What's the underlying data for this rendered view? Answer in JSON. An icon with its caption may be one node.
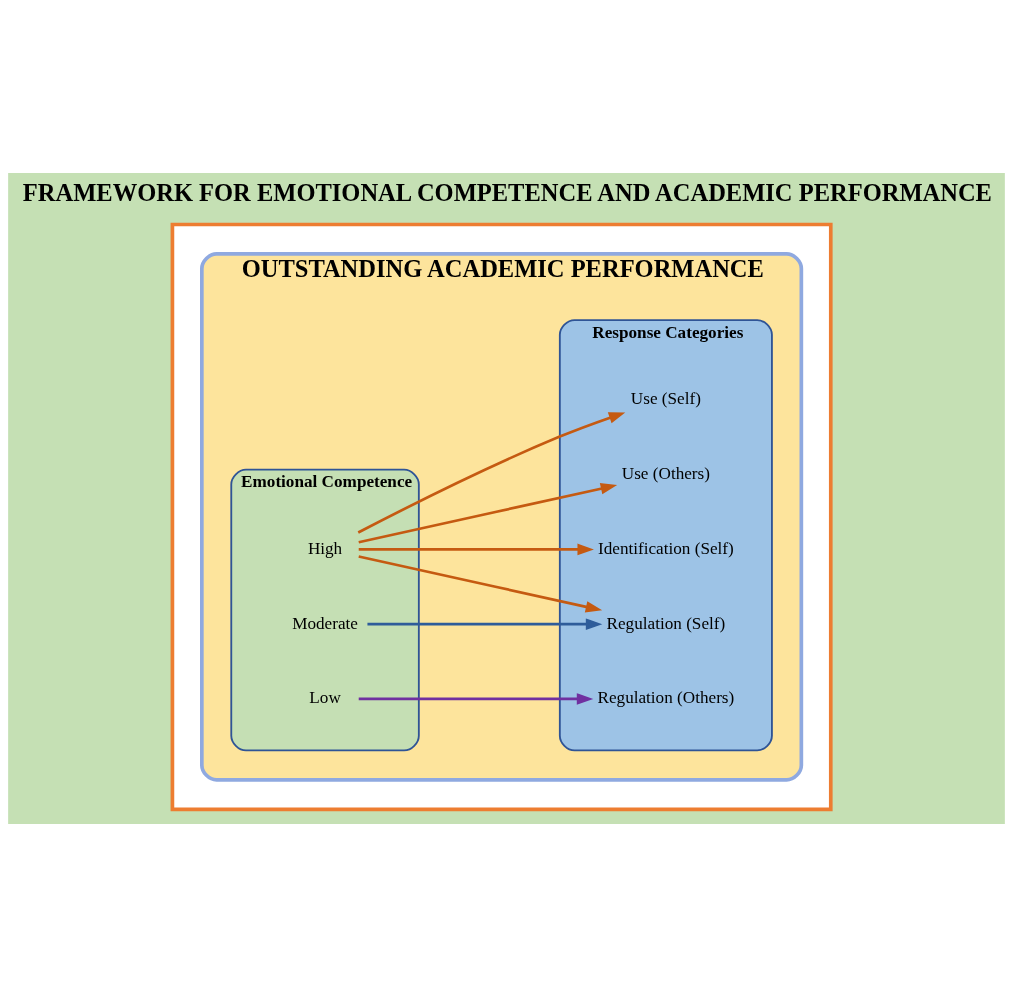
{
  "diagram": {
    "title": "FRAMEWORK FOR EMOTIONAL COMPETENCE AND ACADEMIC PERFORMANCE",
    "nodes": [
      {
        "text": [],
        "shape": "box"
      },
      {
        "text": [
          "OUTSTANDING ACADEMIC PERFORMANCE"
        ],
        "in": 0
      },
      {
        "text": [
          "Emotional Competence"
        ],
        "in": 1
      },
      {
        "text": [
          "Response Categories"
        ],
        "in": 1
      },
      {
        "text": [
          "High"
        ],
        "in": 2
      },
      {
        "text": [
          "Moderate"
        ],
        "in": 2
      },
      {
        "text": [
          "Low"
        ],
        "in": 2
      },
      {
        "text": [
          "Identification (Self)"
        ],
        "in": 3
      },
      {
        "text": [
          "Regulation (Self)"
        ],
        "in": 3
      },
      {
        "text": [
          "Regulation (Others)"
        ],
        "in": 3
      },
      {
        "text": [
          "Use (Self)"
        ],
        "in": 3
      },
      {
        "text": [
          "Use (Others)"
        ],
        "in": 3
      }
    ],
    "edges": [
      {
        "from": 4,
        "to": 7,
        "arrow": "to"
      },
      {
        "from": 4,
        "to": 8,
        "arrow": "to"
      },
      {
        "from": 4,
        "to": 10,
        "arrow": "to"
      },
      {
        "from": 4,
        "to": 11,
        "arrow": "to"
      },
      {
        "from": 5,
        "to": 8,
        "arrow": "to",
        "color": "#2e5c9a"
      },
      {
        "from": 6,
        "to": 9,
        "arrow": "to",
        "color": "#7030a0"
      }
    ]
  }
}
